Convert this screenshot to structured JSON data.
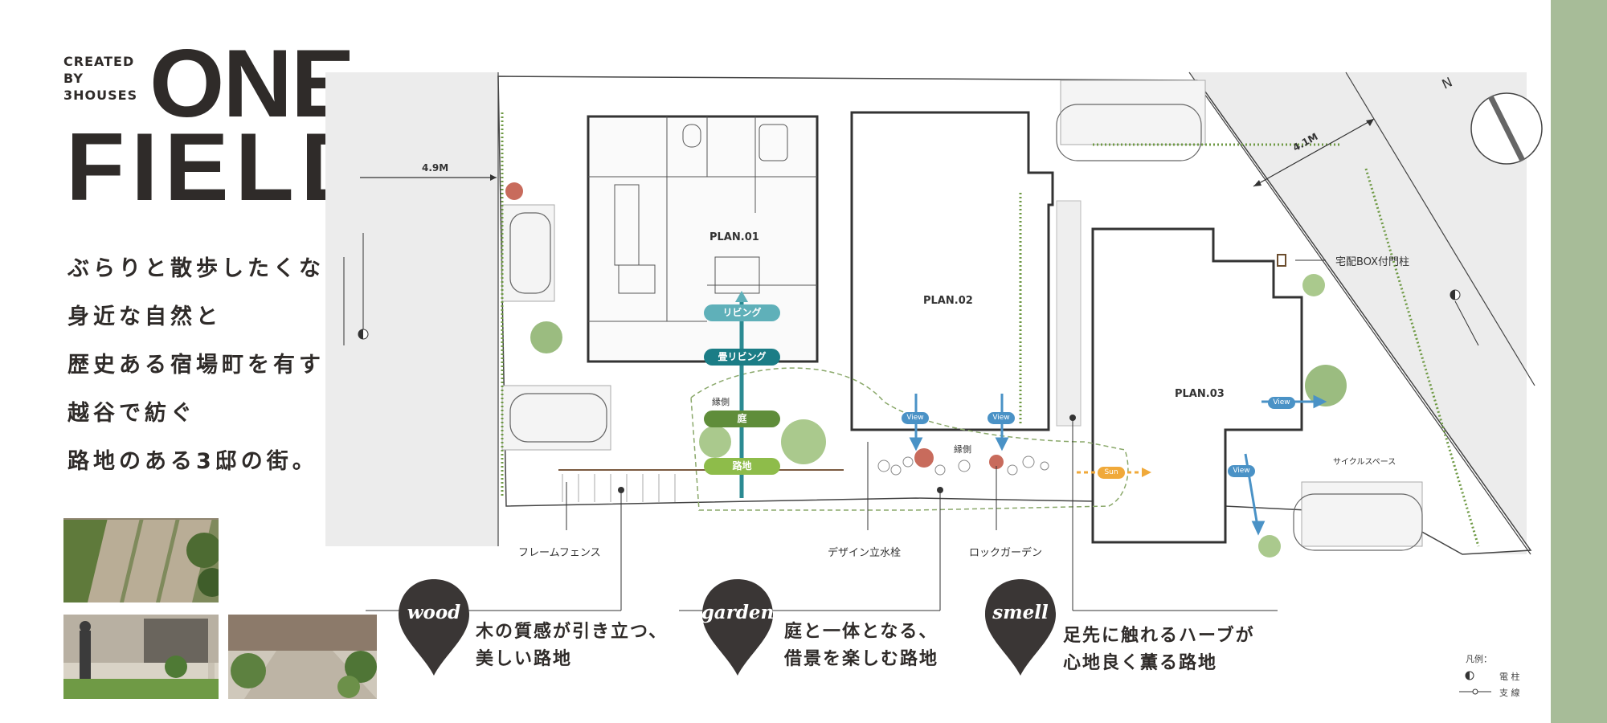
{
  "brand": {
    "created_lines": [
      "CREATED",
      "BY",
      "3HOUSES"
    ],
    "title_line1": "ONE",
    "title_line2": "FIELD"
  },
  "tagline": [
    "ぶらりと散歩したくなる",
    "身近な自然と",
    "歴史ある宿場町を有する",
    "越谷で紡ぐ",
    "路地のある3邸の街。"
  ],
  "site_plan": {
    "plans": [
      "PLAN.01",
      "PLAN.02",
      "PLAN.03"
    ],
    "dimensions": [
      "4.9M",
      "4.1M"
    ],
    "north": "N",
    "pills": [
      "リビング",
      "畳リビング",
      "庭",
      "路地"
    ],
    "engawa": [
      "縁側",
      "縁側"
    ],
    "view_tags": [
      "View",
      "View",
      "View",
      "View"
    ],
    "sun_tag": "Sun",
    "annotations": {
      "box_gate": "宅配BOX付門柱",
      "cycle": "サイクルスペース",
      "frame_fence": "フレームフェンス",
      "faucet": "デザイン立水栓",
      "rock_garden": "ロックガーデン"
    }
  },
  "features": [
    {
      "word": "wood",
      "lines": [
        "木の質感が引き立つ、",
        "美しい路地"
      ]
    },
    {
      "word": "garden",
      "lines": [
        "庭と一体となる、",
        "借景を楽しむ路地"
      ]
    },
    {
      "word": "smell",
      "lines": [
        "足先に触れるハーブが",
        "心地良く薫る路地"
      ]
    }
  ],
  "legend": {
    "title": "凡例：",
    "pole": "電 柱",
    "guy": "支 線"
  },
  "colors": {
    "accent_green": "#7e9a5e",
    "teal": "#3f9aa8",
    "dark_teal": "#1b7d86",
    "view_blue": "#4a92c6",
    "sun_orange": "#f0a93a",
    "pin_dark": "#3a3635",
    "strip_green": "#a7bc98"
  },
  "icons": [
    "north-arrow-icon",
    "utility-pole-icon",
    "guy-wire-icon",
    "location-pin-icon",
    "tree-icon",
    "car-icon"
  ]
}
